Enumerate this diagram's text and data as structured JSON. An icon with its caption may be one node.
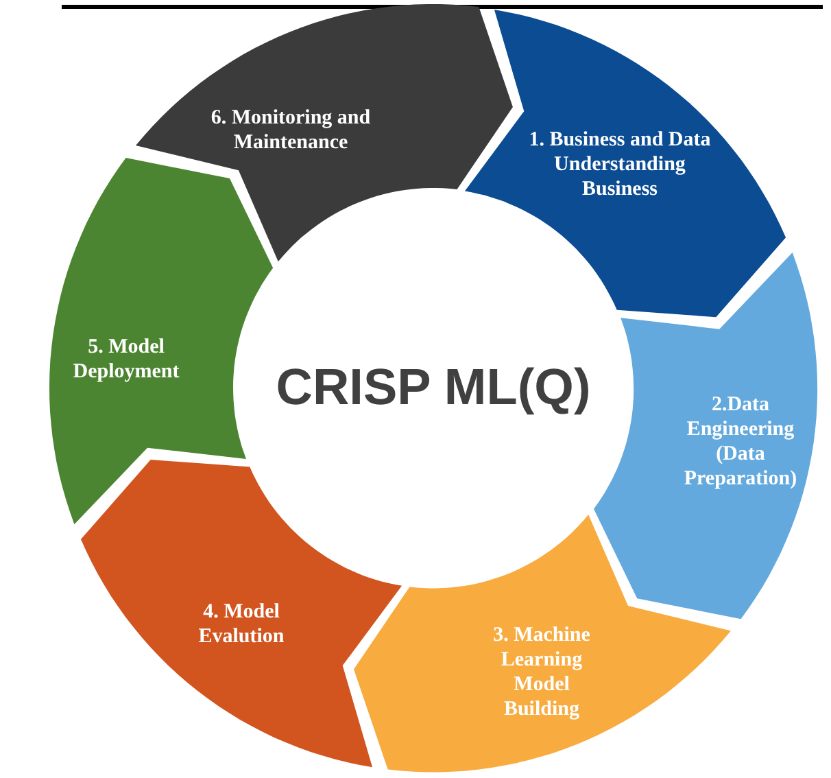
{
  "diagram": {
    "nodes": [
      {
        "text": [
          "1. Business and Data Understanding Business"
        ]
      },
      {
        "text": [
          "2.Data Engineering (Data Preparation)"
        ]
      },
      {
        "text": [
          "3. Machine Learning Model Building"
        ]
      },
      {
        "text": [
          "4. Model Evalution"
        ]
      },
      {
        "text": [
          "5. Model Deployment"
        ]
      },
      {
        "text": [
          "6. Monitoring and Maintenance"
        ]
      },
      {
        "text": [
          "CRISP ML(Q)"
        ]
      }
    ],
    "edges": []
  }
}
